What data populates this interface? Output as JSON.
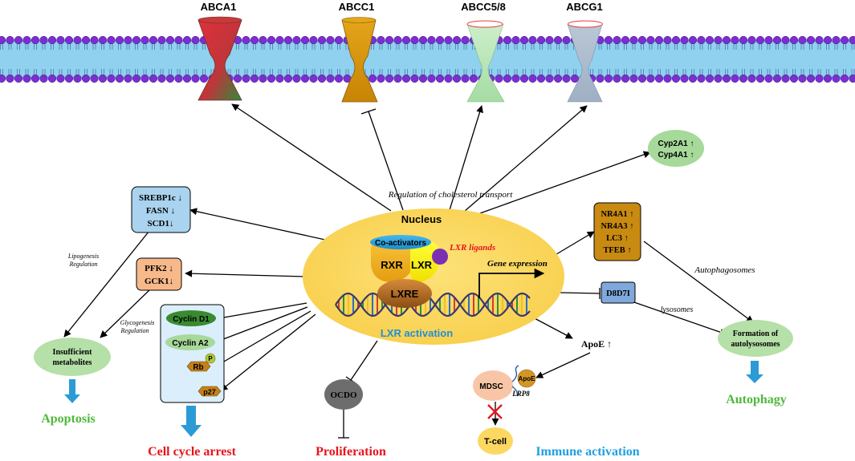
{
  "transporters": {
    "abca1": "ABCA1",
    "abcc1": "ABCC1",
    "abcc58": "ABCC5/8",
    "abcg1": "ABCG1"
  },
  "nucleus": {
    "title": "Nucleus",
    "coactivators": "Co-activators",
    "rxr": "RXR",
    "lxr": "LXR",
    "lxr_ligands": "LXR ligands",
    "lxre": "LXRE",
    "gene_expression": "Gene expression",
    "activation": "LXR activation"
  },
  "regulation_label": "Regulation of cholesterol transport",
  "cyp": {
    "line1": "Cyp2A1 ↑",
    "line2": "Cyp4A1 ↑"
  },
  "lipogenesis_box": {
    "line1": "SREBP1c ↓",
    "line2": "FASN ↓",
    "line3": "SCD1↓"
  },
  "glycogenesis_box": {
    "line1": "PFK2 ↓",
    "line2": "GCK1↓"
  },
  "lipogenesis_label": {
    "line1": "Lipogenesis",
    "line2": "Regulation"
  },
  "glycogenesis_label": {
    "line1": "Glycogenesis",
    "line2": "Regulation"
  },
  "insufficient": {
    "line1": "Insufficient",
    "line2": "metabolites"
  },
  "apoptosis": "Apoptosis",
  "cell_cycle": {
    "cyclin_d1": "Cyclin D1",
    "cyclin_a2": "Cyclin A2",
    "rb": "Rb",
    "p": "P",
    "p27": "p27",
    "outcome": "Cell cycle arrest"
  },
  "ocdo": "OCDO",
  "proliferation": "Proliferation",
  "immune": {
    "apoe": "ApoE ↑",
    "mdsc": "MDSC",
    "apoe_small": "ApoE",
    "lrp8": "LRP8",
    "tcell": "T-cell",
    "outcome": "Immune activation"
  },
  "autophagy_box": {
    "line1": "NR4A1 ↑",
    "line2": "NR4A3 ↑",
    "line3": "LC3 ↑",
    "line4": "TFEB ↑"
  },
  "autophagosomes": "Autophagosomes",
  "d8d7i": "D8D7I",
  "lysosomes": "lysosomes",
  "autolysosomes": {
    "line1": "Formation of",
    "line2": "autolysosomes"
  },
  "autophagy": "Autophagy",
  "colors": {
    "membrane_fill": "#8fd1ee",
    "lipid_head": "#7b2fd1",
    "nucleus_fill": "#fcd862",
    "green_outcome": "#4fb83a",
    "red_outcome": "#e8141c",
    "blue_outcome": "#1fa0e0",
    "ligand_red": "#e8141c",
    "arrow_blue": "#2b9bd6"
  }
}
